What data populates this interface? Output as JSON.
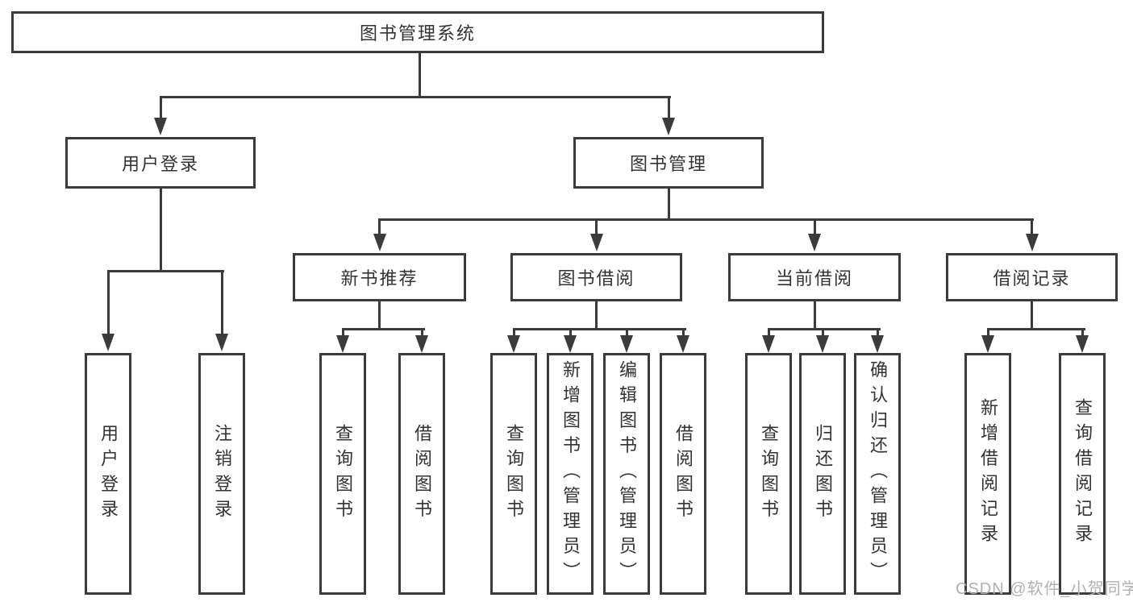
{
  "diagram": {
    "root_label": "图书管理系统",
    "branches": [
      {
        "label": "用户登录",
        "children": [
          "用户登录",
          "注销登录"
        ]
      },
      {
        "label": "图书管理",
        "groups": [
          {
            "label": "新书推荐",
            "children": [
              "查询图书",
              "借阅图书"
            ]
          },
          {
            "label": "图书借阅",
            "children": [
              "查询图书",
              "新增图书（管理员）",
              "编辑图书（管理员）",
              "借阅图书"
            ]
          },
          {
            "label": "当前借阅",
            "children": [
              "查询图书",
              "归还图书",
              "确认归还（管理员）"
            ]
          },
          {
            "label": "借阅记录",
            "children": [
              "新增借阅记录",
              "查询借阅记录"
            ]
          }
        ]
      }
    ],
    "watermark": "CSDN @软件_小贺同学",
    "colors": {
      "line": "#3b3b3b",
      "text": "#333333",
      "watermark": "#b2b0b6",
      "background": "#ffffff"
    }
  }
}
